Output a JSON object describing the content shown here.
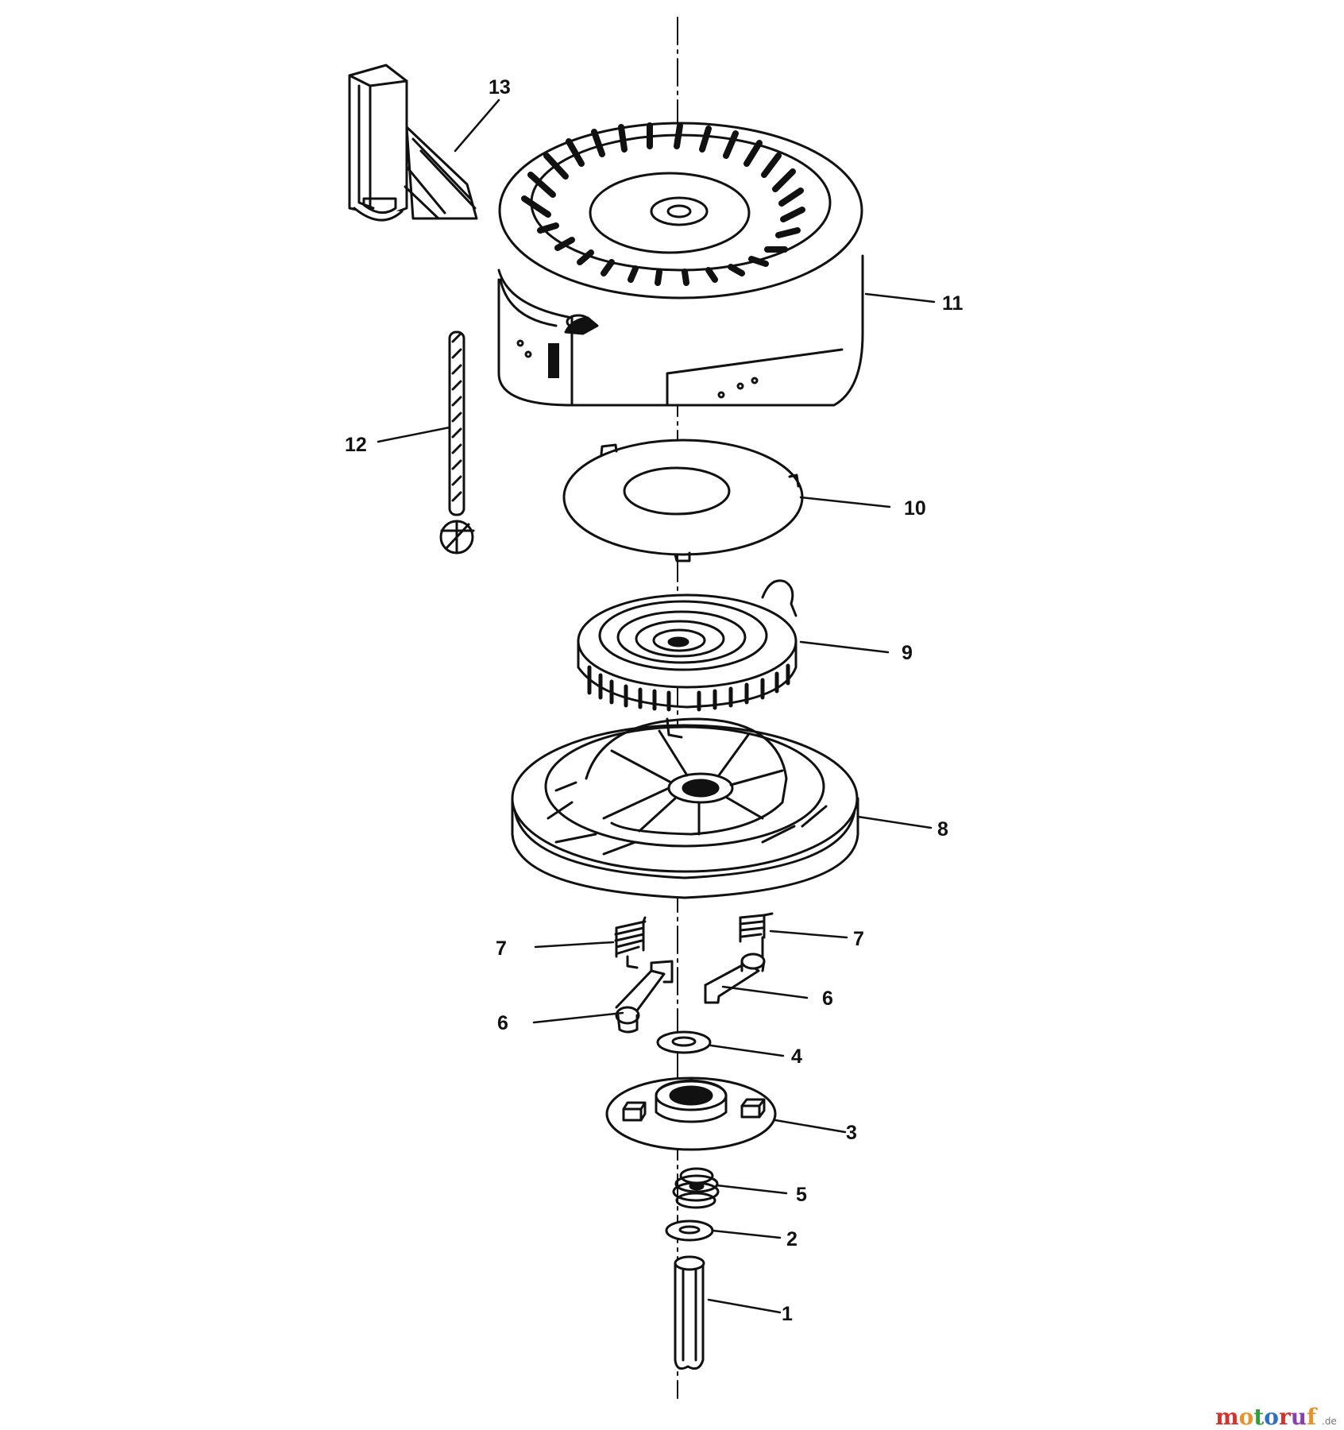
{
  "colors": {
    "ink": "#111111",
    "paper": "#ffffff"
  },
  "watermark": {
    "parts": [
      "m",
      "o",
      "t",
      "o",
      "r",
      "u",
      "f"
    ],
    "suffix": ".de",
    "colors": [
      "#d6312b",
      "#e8932a",
      "#2f9e3c",
      "#2e6fc4",
      "#d6312b",
      "#8a3fb0",
      "#e8932a"
    ]
  },
  "parts": [
    {
      "label": "1",
      "icon": "pin-icon"
    },
    {
      "label": "2",
      "icon": "washer-icon"
    },
    {
      "label": "3",
      "icon": "retainer-plate-icon"
    },
    {
      "label": "4",
      "icon": "washer-icon"
    },
    {
      "label": "5",
      "icon": "spring-icon"
    },
    {
      "label": "6",
      "icon": "pawl-icon"
    },
    {
      "label": "6",
      "icon": "pawl-icon"
    },
    {
      "label": "7",
      "icon": "pawl-spring-icon"
    },
    {
      "label": "7",
      "icon": "pawl-spring-icon"
    },
    {
      "label": "8",
      "icon": "pulley-icon"
    },
    {
      "label": "9",
      "icon": "rewind-spring-icon"
    },
    {
      "label": "10",
      "icon": "spring-cover-icon"
    },
    {
      "label": "11",
      "icon": "starter-housing-icon"
    },
    {
      "label": "12",
      "icon": "rope-icon"
    },
    {
      "label": "13",
      "icon": "handle-icon"
    }
  ]
}
